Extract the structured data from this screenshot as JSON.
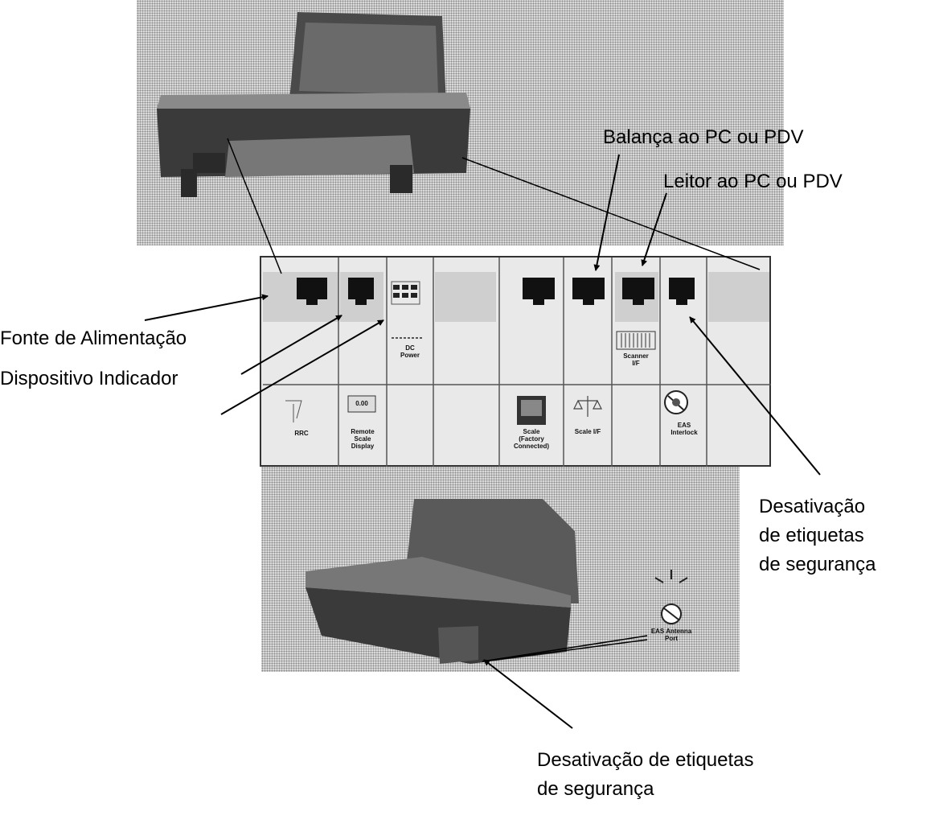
{
  "labels": {
    "balanca": "Balança ao PC ou PDV",
    "leitor": "Leitor ao PC ou PDV",
    "fonte": "Fonte de Alimentação",
    "dispositivo": "Dispositivo Indicador",
    "desativacao_right_1": "Desativação",
    "desativacao_right_2": "de etiquetas",
    "desativacao_right_3": "de segurança",
    "desativacao_bottom_1": "Desativação de etiquetas",
    "desativacao_bottom_2": "de segurança"
  },
  "panel_labels": {
    "dc_power_1": "DC",
    "dc_power_2": "Power",
    "scanner_1": "Scanner",
    "scanner_2": "I/F",
    "rrc": "RRC",
    "remote_1": "Remote",
    "remote_2": "Scale",
    "remote_3": "Display",
    "remote_value": "0.00",
    "scale_1": "Scale",
    "scale_2": "(Factory",
    "scale_3": "Connected)",
    "scale_if": "Scale I/F",
    "eas_1": "EAS",
    "eas_2": "Interlock",
    "eas_antenna_1": "EAS Antenna",
    "eas_antenna_2": "Port"
  },
  "icons": [
    "rj-port-icon",
    "power-pins-icon",
    "scanner-icon",
    "rrc-icon",
    "display-icon",
    "scale-icon",
    "scale-balance-icon",
    "eas-icon",
    "eas-antenna-icon"
  ]
}
